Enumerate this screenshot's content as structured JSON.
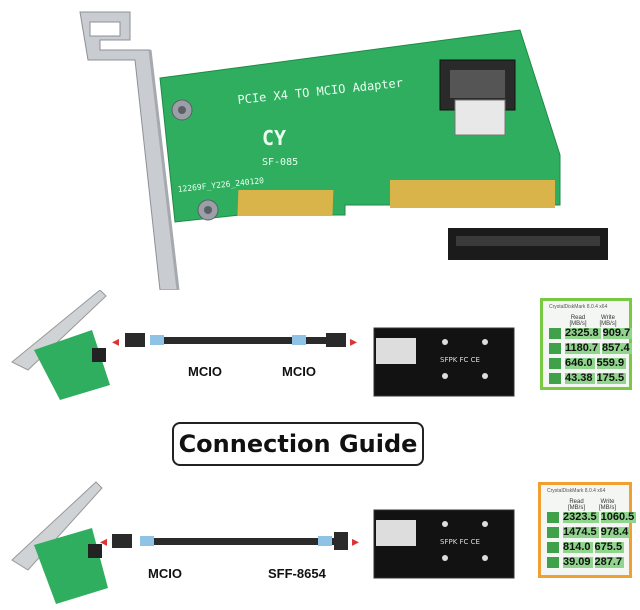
{
  "adapter": {
    "title": "PCIe X4 TO MCIO Adapter",
    "logo": "CY",
    "model": "SF-085",
    "serial": "12269F_Y226_240120"
  },
  "row1": {
    "left_label": "MCIO",
    "right_label": "MCIO"
  },
  "guide_title": "Connection Guide",
  "row2": {
    "left_label": "MCIO",
    "right_label": "SFF-8654"
  },
  "adapter_board_label": "SFPK FC CE",
  "bench1": {
    "title": "CrystalDiskMark 8.0.4 x64",
    "header": [
      "",
      "Read [MB/s]",
      "Write [MB/s]"
    ],
    "rows": [
      [
        "2325.8",
        "909.7"
      ],
      [
        "1180.7",
        "857.4"
      ],
      [
        "646.0",
        "559.9"
      ],
      [
        "43.38",
        "175.5"
      ]
    ],
    "frame_color": "#7ac943"
  },
  "bench2": {
    "title": "CrystalDiskMark 8.0.4 x64",
    "header": [
      "",
      "Read [MB/s]",
      "Write [MB/s]"
    ],
    "rows": [
      [
        "2323.5",
        "1060.5"
      ],
      [
        "1474.5",
        "978.4"
      ],
      [
        "814.0",
        "675.5"
      ],
      [
        "39.09",
        "287.7"
      ]
    ],
    "frame_color": "#f0a030"
  },
  "colors": {
    "pcb": "#2fae5f",
    "gold": "#d9b44a",
    "bracket": "#c9ccd0",
    "cable": "#2a2a2a",
    "cable_tab": "#8ec3e6"
  }
}
